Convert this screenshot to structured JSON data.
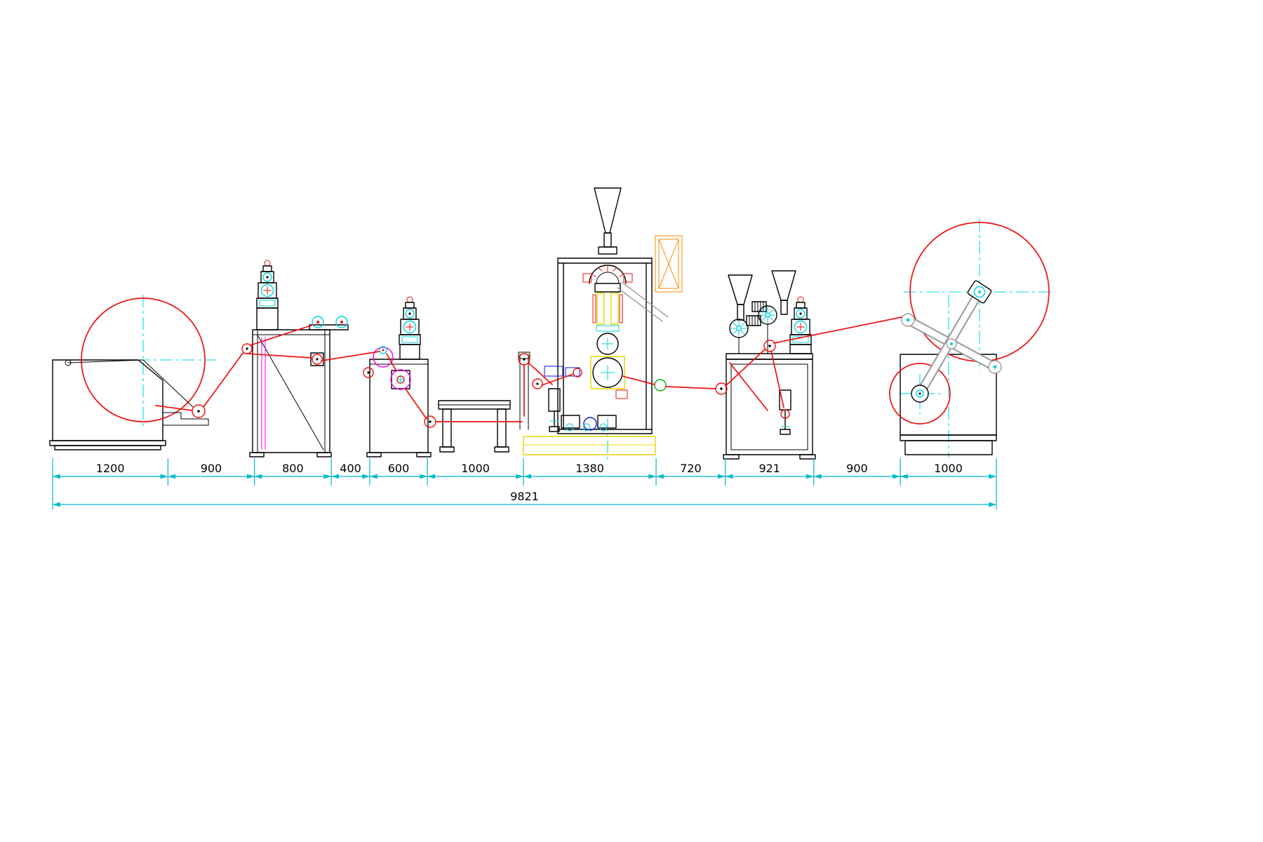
{
  "dimensions": {
    "segments": [
      {
        "label": "1200",
        "value": 1200
      },
      {
        "label": "900",
        "value": 900
      },
      {
        "label": "800",
        "value": 800
      },
      {
        "label": "400",
        "value": 400
      },
      {
        "label": "600",
        "value": 600
      },
      {
        "label": "1000",
        "value": 1000
      },
      {
        "label": "1380",
        "value": 1380
      },
      {
        "label": "720",
        "value": 720
      },
      {
        "label": "921",
        "value": 921
      },
      {
        "label": "900",
        "value": 900
      },
      {
        "label": "1000",
        "value": 1000
      }
    ],
    "overall": {
      "label": "9821",
      "value": 9821
    }
  },
  "colors": {
    "line": "#000000",
    "web": "#ee1111",
    "dim": "#00b9cc",
    "center": "#00dbe4",
    "cyan": "#00d4de",
    "magenta": "#f000f0",
    "yellow": "#e8d400",
    "orange": "#ff8a00",
    "blue": "#1414e6",
    "green": "#00b400",
    "gray": "#999999"
  }
}
